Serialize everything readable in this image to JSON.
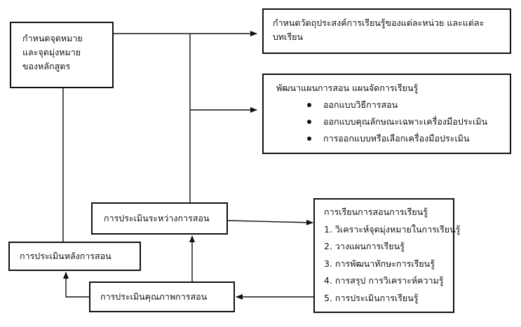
{
  "goal_box": {
    "lines": [
      "กำหนดจุดหมาย",
      "และจุดมุ่งหมาย",
      "ของหลักสูตร"
    ]
  },
  "objectives_box": {
    "lines": [
      "กำหนดวัตถุประสงค์การเรียนรู้ของแต่ละหน่วย และแต่ละ",
      "บทเรียน"
    ]
  },
  "plan_box": {
    "title": "พัฒนาแผนการสอน แผนจัดการเรียนรู้",
    "items": [
      "ออกแบบวิธีการสอน",
      "ออกแบบคุณลักษณะเฉพาะเครื่องมือประเมิน",
      "การออกแบบหรือเลือกเครื่องมือประเมิน"
    ]
  },
  "formative_box": {
    "label": "การประเมินระหว่างการสอน"
  },
  "summative_box": {
    "label": "การประเมินหลังการสอน"
  },
  "quality_box": {
    "label": "การประเมินคุณภาพการสอน"
  },
  "learning_box": {
    "title": "การเรียนการสอนการเรียนรู้",
    "steps": [
      "1. วิเคราะห์จุดมุ่งหมายในการเรียนรู้",
      "2. วางแผนการเรียนรู้",
      "3. การพัฒนาทักษะการเรียนรู้",
      "4. การสรุป การวิเคราะห์ความรู้",
      "5. การประเมินการเรียนรู้"
    ]
  }
}
